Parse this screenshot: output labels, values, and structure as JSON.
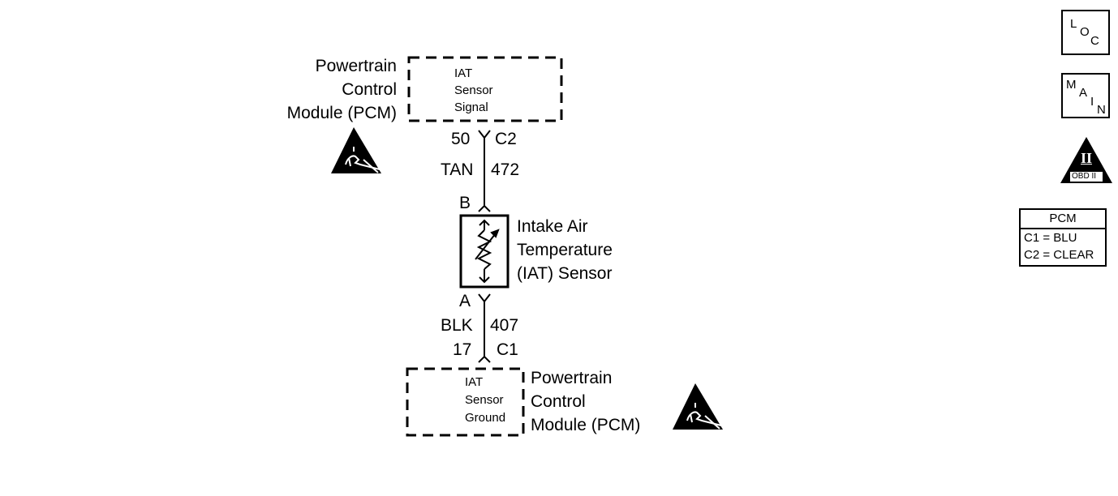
{
  "pcm_top": {
    "label_lines": [
      "Powertrain",
      "Control",
      "Module (PCM)"
    ],
    "box_lines": [
      "IAT",
      "Sensor",
      "Signal"
    ]
  },
  "wire_top": {
    "pin": "50",
    "connector": "C2",
    "color": "TAN",
    "circuit": "472"
  },
  "sensor": {
    "pin_top": "B",
    "pin_bottom": "A",
    "label_lines": [
      "Intake Air",
      "Temperature",
      "(IAT) Sensor"
    ]
  },
  "wire_bottom": {
    "color": "BLK",
    "circuit": "407",
    "pin": "17",
    "connector": "C1"
  },
  "pcm_bottom": {
    "label_lines": [
      "Powertrain",
      "Control",
      "Module (PCM)"
    ],
    "box_lines": [
      "IAT",
      "Sensor",
      "Ground"
    ]
  },
  "nav": {
    "loc": [
      "L",
      "O",
      "C"
    ],
    "main": [
      "M",
      "A",
      "I",
      "N"
    ],
    "obd": {
      "numeral": "II",
      "text": "OBD II"
    }
  },
  "connector_table": {
    "header": "PCM",
    "rows": [
      "C1 = BLU",
      "C2 = CLEAR"
    ]
  },
  "icons": [
    "esd-warning-icon",
    "esd-warning-icon",
    "obd-ii-icon"
  ]
}
